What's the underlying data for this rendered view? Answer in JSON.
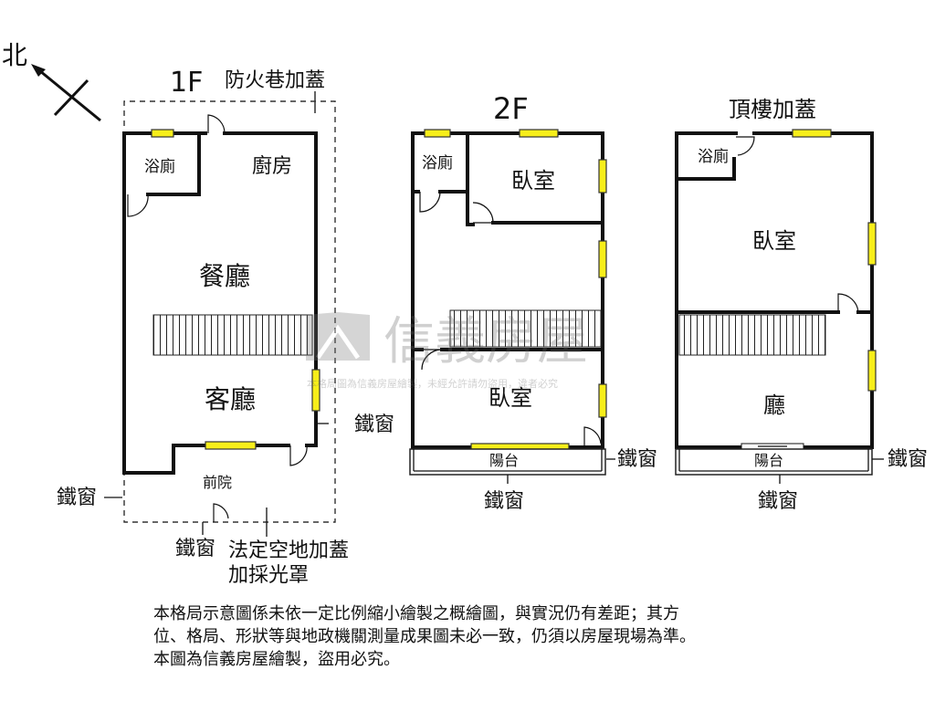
{
  "compass": {
    "label": "北"
  },
  "floor1": {
    "title": "1F",
    "roof_note": "防火巷加蓋",
    "rooms": {
      "bath": "浴廁",
      "kitchen": "廚房",
      "dining": "餐廳",
      "living": "客廳",
      "front_yard": "前院"
    },
    "callouts": {
      "iron_window_right": "鐵窗",
      "iron_window_left": "鐵窗",
      "iron_window_bottom": "鐵窗",
      "legal_open_space": "法定空地加蓋",
      "skylight": "加採光罩"
    }
  },
  "floor2": {
    "title": "2F",
    "rooms": {
      "bath": "浴廁",
      "bedroom_top": "臥室",
      "bedroom_bottom": "臥室",
      "balcony": "陽台"
    },
    "callouts": {
      "iron_window_right": "鐵窗",
      "iron_window_bottom": "鐵窗"
    }
  },
  "rooftop": {
    "title": "頂樓加蓋",
    "rooms": {
      "bath": "浴廁",
      "bedroom": "臥室",
      "hall": "廳",
      "balcony": "陽台"
    },
    "callouts": {
      "iron_window_right": "鐵窗",
      "iron_window_bottom": "鐵窗"
    }
  },
  "watermark": {
    "brand": "信義房屋",
    "notice": "本格局圖為信義房屋繪製，未經允許請勿盜用，違者必究"
  },
  "disclaimer": {
    "line1": "本格局示意圖係未依一定比例縮小繪製之概繪圖，與實況仍有差距；其方",
    "line2": "位、格局、形狀等與地政機關測量成果圖未必一致，仍須以房屋現場為準。",
    "line3": "本圖為信義房屋繪製，盜用必究。"
  }
}
